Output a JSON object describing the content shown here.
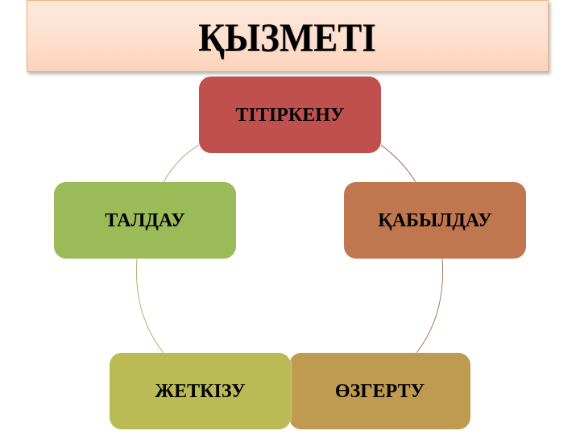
{
  "title": {
    "text": "ҚЫЗМЕТІ",
    "background_top": "#fee8dc",
    "background_bottom": "#fcd2bb",
    "border_color": "#f0b27f"
  },
  "diagram": {
    "type": "cycle",
    "nodes": [
      {
        "label": "ТІТІРКЕНУ",
        "color": "#c0504d"
      },
      {
        "label": "ҚАБЫЛДАУ",
        "color": "#c0774f"
      },
      {
        "label": "ӨЗГЕРТУ",
        "color": "#bf9b51"
      },
      {
        "label": "ЖЕТКІЗУ",
        "color": "#bbbb55"
      },
      {
        "label": "ТАЛДАУ",
        "color": "#9bbb59"
      }
    ],
    "connectors": [
      {
        "from": 0,
        "to": 1,
        "color": "#a0504d"
      },
      {
        "from": 1,
        "to": 2,
        "color": "#a06a45"
      },
      {
        "from": 2,
        "to": 3,
        "color": "#a08a48"
      },
      {
        "from": 3,
        "to": 4,
        "color": "#a8ae55"
      },
      {
        "from": 4,
        "to": 0,
        "color": "#8fa86a"
      }
    ]
  }
}
